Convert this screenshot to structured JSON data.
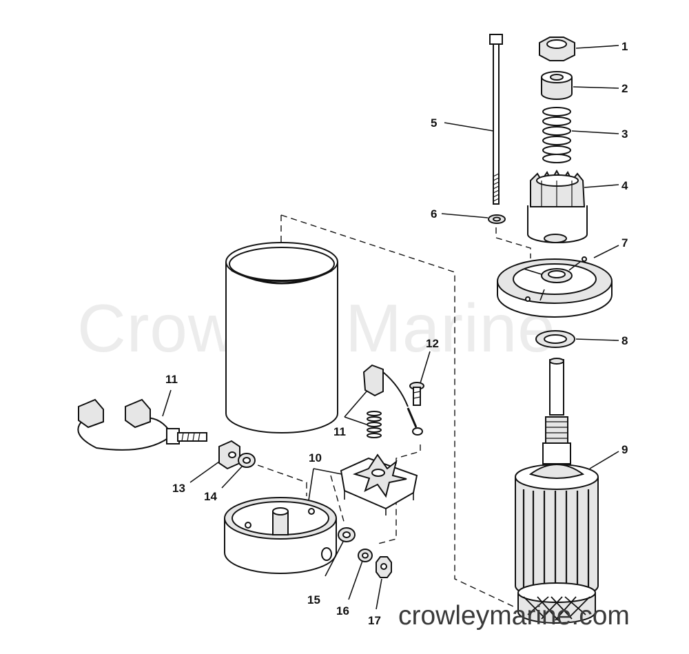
{
  "watermark": {
    "brand": "Crowley Marine",
    "url": "crowleymarine.com"
  },
  "callouts": {
    "c1": "1",
    "c2": "2",
    "c3": "3",
    "c4": "4",
    "c5": "5",
    "c6": "6",
    "c7": "7",
    "c8": "8",
    "c9": "9",
    "c10": "10",
    "c11a": "11",
    "c11b": "11",
    "c12": "12",
    "c13": "13",
    "c14": "14",
    "c15": "15",
    "c16": "16",
    "c17": "17"
  }
}
